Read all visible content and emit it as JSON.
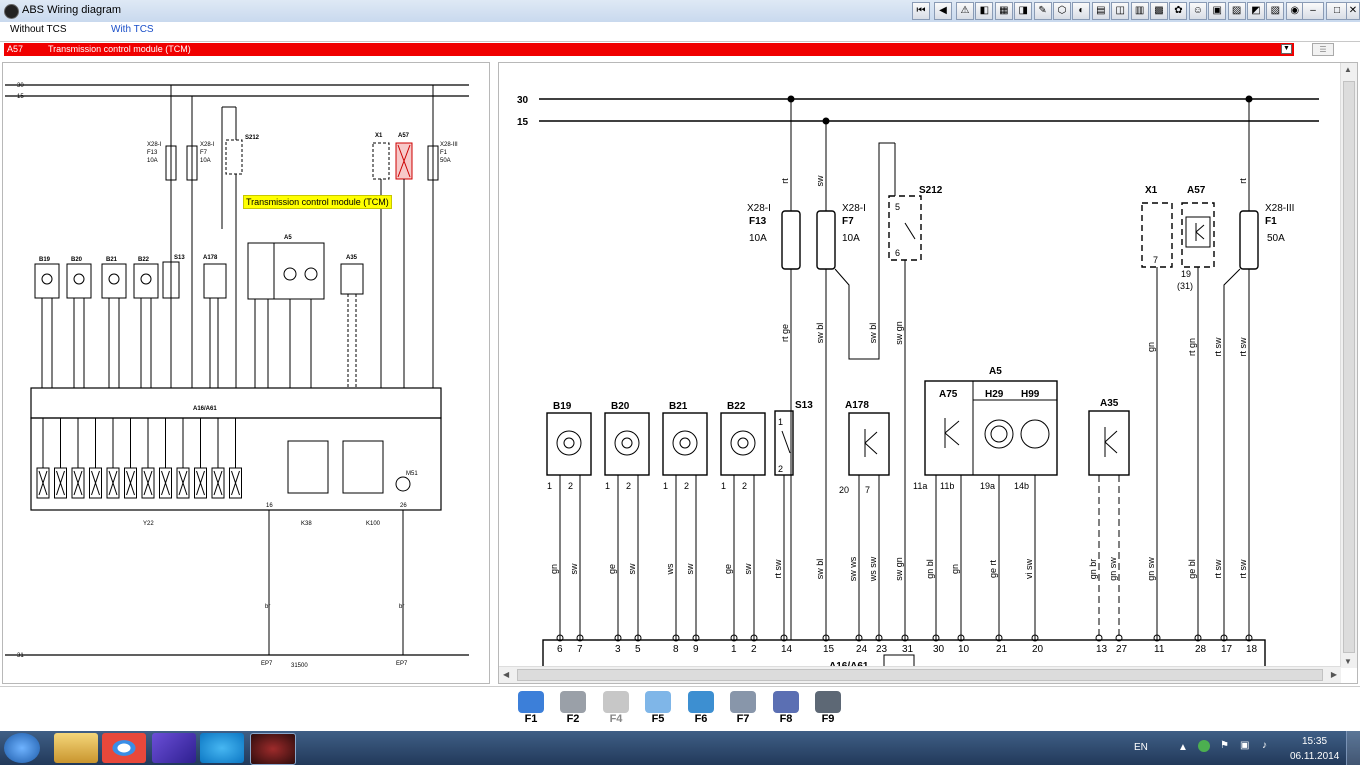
{
  "window": {
    "title": "ABS Wiring diagram"
  },
  "tabs": [
    {
      "label": "Without TCS"
    },
    {
      "label": "With TCS"
    }
  ],
  "selector": {
    "code": "A57",
    "text": "Transmission control module (TCM)"
  },
  "tooltip": {
    "text": "Transmission control module (TCM)"
  },
  "fkeys": [
    {
      "label": "F1",
      "icon": "help-icon"
    },
    {
      "label": "F2",
      "icon": "print-icon"
    },
    {
      "label": "F4",
      "icon": "document-icon"
    },
    {
      "label": "F5",
      "icon": "diagram-icon"
    },
    {
      "label": "F6",
      "icon": "car-icon"
    },
    {
      "label": "F7",
      "icon": "tools-icon"
    },
    {
      "label": "F8",
      "icon": "zoom-icon"
    },
    {
      "label": "F9",
      "icon": "magnify-icon"
    }
  ],
  "diagram": {
    "rails": {
      "top": "30",
      "second": "15",
      "ground": "31"
    },
    "fuses": [
      {
        "conn": "X28-I",
        "name": "F13",
        "amp": "10A",
        "wire": "rt"
      },
      {
        "conn": "X28-I",
        "name": "F7",
        "amp": "10A",
        "wire": "sw"
      },
      {
        "conn": "X28-III",
        "name": "F1",
        "amp": "50A",
        "wire": "rt"
      }
    ],
    "switch_s212": {
      "name": "S212",
      "pins": [
        "5",
        "6"
      ]
    },
    "x1": {
      "name": "X1",
      "pin": "7"
    },
    "a57": {
      "name": "A57",
      "pin": "19",
      "pin_alt": "(31)"
    },
    "sensors": [
      {
        "name": "B19",
        "pins": [
          "1",
          "2"
        ],
        "wires": [
          "gn",
          "sw"
        ],
        "module_pins": [
          "6",
          "7"
        ]
      },
      {
        "name": "B20",
        "pins": [
          "1",
          "2"
        ],
        "wires": [
          "ge",
          "sw"
        ],
        "module_pins": [
          "3",
          "5"
        ]
      },
      {
        "name": "B21",
        "pins": [
          "1",
          "2"
        ],
        "wires": [
          "ws",
          "sw"
        ],
        "module_pins": [
          "8",
          "9"
        ]
      },
      {
        "name": "B22",
        "pins": [
          "1",
          "2"
        ],
        "wires": [
          "ge",
          "sw"
        ],
        "module_pins": [
          "1",
          "2"
        ]
      }
    ],
    "s13": {
      "name": "S13",
      "pins": [
        "1",
        "2"
      ],
      "wire": "rt sw",
      "module_pin": "14"
    },
    "a178": {
      "name": "A178",
      "pins": [
        "20",
        "7"
      ],
      "wires": [
        "sw ws",
        "ws sw"
      ],
      "module_pins": [
        "24",
        "23"
      ]
    },
    "a5": {
      "name": "A5",
      "sub": [
        "A75",
        "H29",
        "H99"
      ],
      "pins": [
        "11a",
        "11b",
        "19a",
        "14b"
      ],
      "wires": [
        "gn bl",
        "gn",
        "ge rt",
        "vi sw"
      ],
      "module_pins": [
        "30",
        "10",
        "21",
        "20"
      ]
    },
    "a35": {
      "name": "A35",
      "wires": [
        "gn br",
        "gn sw"
      ],
      "module_pins": [
        "13",
        "27"
      ]
    },
    "other_wires": {
      "f13_lower": "rt ge",
      "f7_lower": "sw bl",
      "f7_s212": "sw bl",
      "s212_lower": "sw gn",
      "x1": "gn",
      "a57_lower": "rt gn",
      "f1_lower_a": "rt sw",
      "f1_lower_b": "rt sw"
    },
    "module_pins_right": [
      "15",
      "31",
      "11",
      "28",
      "17",
      "18"
    ],
    "module_right_wires": [
      "gn sw",
      "ge bl",
      "rt sw",
      "rt sw"
    ],
    "module": {
      "name": "A16/A61"
    },
    "left_extra": {
      "y22": "Y22",
      "k38": "K38",
      "k100": "K100",
      "m51": "M51",
      "ep7": "EP7",
      "num": "31500",
      "pin16": "16",
      "pin26": "26",
      "wire_br": "br"
    }
  },
  "taskbar": {
    "lang": "EN",
    "time": "15:35",
    "date": "06.11.2014"
  }
}
